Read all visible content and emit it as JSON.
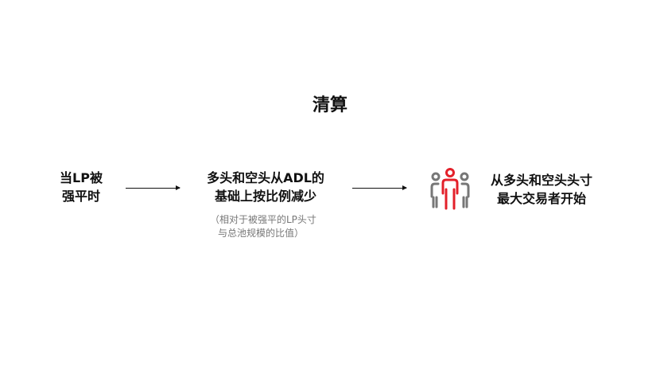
{
  "title": "清算",
  "steps": [
    {
      "lines": [
        "当LP被",
        "强平时"
      ]
    },
    {
      "lines": [
        "多头和空头从ADL的",
        "基础上按比例减少"
      ],
      "note": [
        "（相对于被强平的LP头寸",
        "与总池规模的比值）"
      ]
    },
    {
      "lines": [
        "从多头和空头头寸",
        "最大交易者开始"
      ],
      "icon": "people-group-icon"
    }
  ],
  "colors": {
    "accent": "#e3202a",
    "icon_gray": "#777777"
  }
}
